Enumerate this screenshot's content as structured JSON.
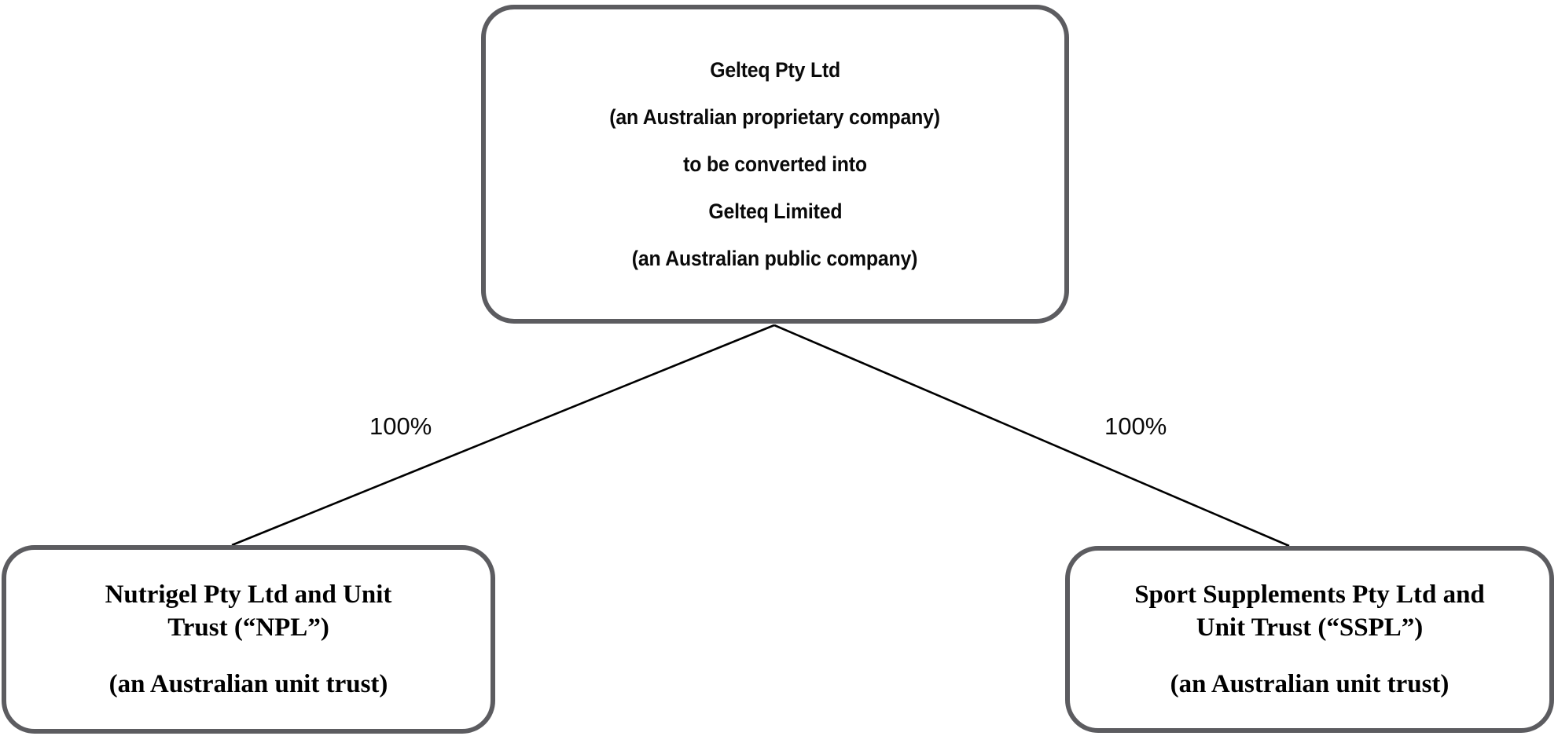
{
  "diagram": {
    "type": "org-chart",
    "background_color": "#ffffff",
    "box_border_color": "#5c5c60",
    "connector_color": "#000000",
    "parent": {
      "id": "gelteq",
      "lines": [
        "Gelteq Pty Ltd",
        "(an Australian proprietary company)",
        "to be converted into",
        "Gelteq Limited",
        "(an Australian public company)"
      ]
    },
    "children": [
      {
        "id": "npl",
        "title": "Nutrigel Pty Ltd and Unit Trust (“NPL”)",
        "subtitle": "(an Australian unit trust)",
        "ownership": "100%"
      },
      {
        "id": "sspl",
        "title": "Sport Supplements Pty Ltd and Unit Trust (“SSPL”)",
        "subtitle": "(an Australian unit trust)",
        "ownership": "100%"
      }
    ],
    "edges": [
      {
        "from": "gelteq",
        "to": "npl",
        "label": "100%"
      },
      {
        "from": "gelteq",
        "to": "sspl",
        "label": "100%"
      }
    ]
  }
}
